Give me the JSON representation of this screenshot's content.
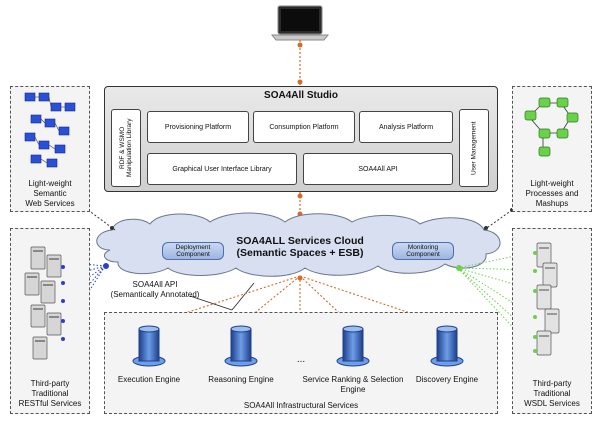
{
  "studio": {
    "title": "SOA4All Studio",
    "rdf_library": "RDF & WSMO Manipulation Library",
    "provisioning": "Provisioning Platform",
    "consumption": "Consumption Platform",
    "analysis": "Analysis Platform",
    "user_management": "User Management",
    "gui_library": "Graphical User Interface Library",
    "api": "SOA4All API"
  },
  "cloud": {
    "title_line1": "SOA4ALL Services Cloud",
    "title_line2": "(Semantic Spaces + ESB)",
    "deployment": "Deployment Component",
    "monitoring": "Monitoring Component"
  },
  "api_annotation": {
    "line1": "SOA4All API",
    "line2": "(Semantically Annotated)"
  },
  "left_top": {
    "line1": "Light-weight",
    "line2": "Semantic",
    "line3": "Web Services"
  },
  "right_top": {
    "line1": "Light-weight",
    "line2": "Processes and",
    "line3": "Mashups"
  },
  "left_bottom": {
    "line1": "Third-party",
    "line2": "Traditional",
    "line3": "RESTful Services"
  },
  "right_bottom": {
    "line1": "Third-party",
    "line2": "Traditional",
    "line3": "WSDL Services"
  },
  "infra": {
    "title": "SOA4All Infrastructural Services",
    "execution": "Execution Engine",
    "reasoning": "Reasoning Engine",
    "ellipsis": "...",
    "ranking_line1": "Service Ranking & Selection",
    "ranking_line2": "Engine",
    "discovery": "Discovery Engine"
  },
  "colors": {
    "orange_link": "#d9692a",
    "blue_dot": "#2a3fd1",
    "green_dot": "#6bd14a",
    "cloud_fill": "#d7dff0"
  }
}
